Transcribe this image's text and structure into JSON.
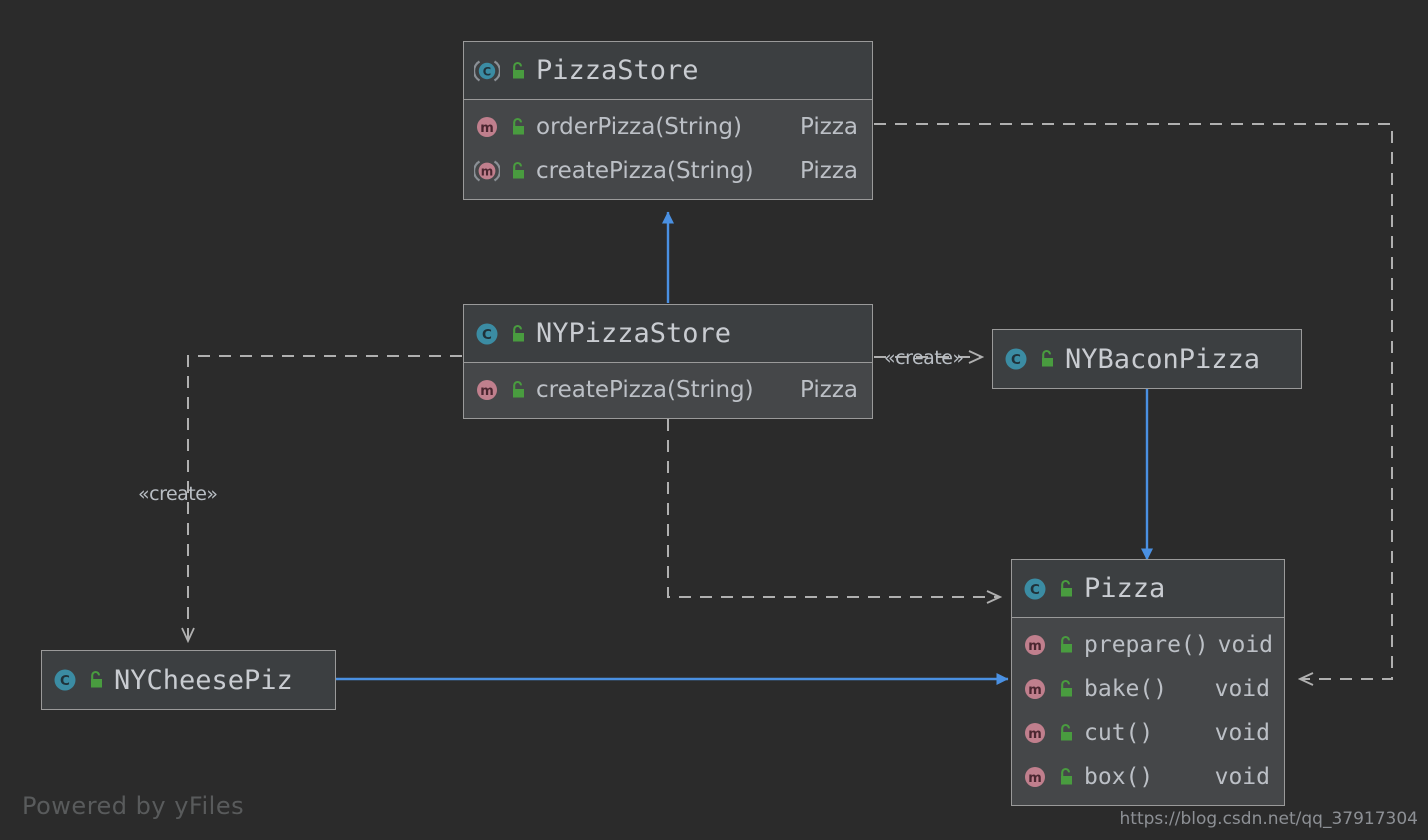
{
  "diagram": {
    "type": "uml-class-diagram",
    "background_color": "#2b2b2b",
    "solid_edge_color": "#4a90e2",
    "dashed_edge_color": "#b0b0b0",
    "classes": [
      {
        "id": "PizzaStore",
        "name": "PizzaStore",
        "abstract": true,
        "icon": "abstract-class-icon",
        "visibility_icon": "unlock-icon",
        "members": [
          {
            "name": "orderPizza(String)",
            "type": "Pizza",
            "abstract": false,
            "icon": "method-icon",
            "visibility_icon": "unlock-icon"
          },
          {
            "name": "createPizza(String)",
            "type": "Pizza",
            "abstract": true,
            "icon": "abstract-method-icon",
            "visibility_icon": "unlock-icon"
          }
        ]
      },
      {
        "id": "NYPizzaStore",
        "name": "NYPizzaStore",
        "abstract": false,
        "icon": "class-icon",
        "visibility_icon": "unlock-icon",
        "members": [
          {
            "name": "createPizza(String)",
            "type": "Pizza",
            "abstract": false,
            "icon": "method-icon",
            "visibility_icon": "unlock-icon"
          }
        ]
      },
      {
        "id": "NYBaconPizza",
        "name": "NYBaconPizza",
        "abstract": false,
        "icon": "class-icon",
        "visibility_icon": "unlock-icon",
        "members": []
      },
      {
        "id": "NYCheesePiz",
        "name": "NYCheesePiz",
        "abstract": false,
        "icon": "class-icon",
        "visibility_icon": "unlock-icon",
        "members": []
      },
      {
        "id": "Pizza",
        "name": "Pizza",
        "abstract": false,
        "icon": "class-icon",
        "visibility_icon": "unlock-icon",
        "members": [
          {
            "name": "prepare()",
            "type": "void",
            "abstract": false,
            "icon": "method-icon",
            "visibility_icon": "unlock-icon"
          },
          {
            "name": "bake()",
            "type": "void",
            "abstract": false,
            "icon": "method-icon",
            "visibility_icon": "unlock-icon"
          },
          {
            "name": "cut()",
            "type": "void",
            "abstract": false,
            "icon": "method-icon",
            "visibility_icon": "unlock-icon"
          },
          {
            "name": "box()",
            "type": "void",
            "abstract": false,
            "icon": "method-icon",
            "visibility_icon": "unlock-icon"
          }
        ]
      }
    ],
    "edges": [
      {
        "id": "gen-nypizzastore-pizzastore",
        "from": "NYPizzaStore",
        "to": "PizzaStore",
        "style": "solid",
        "arrow": "filled-triangle",
        "label": ""
      },
      {
        "id": "gen-nybaconpizza-pizza",
        "from": "NYBaconPizza",
        "to": "Pizza",
        "style": "solid",
        "arrow": "filled-triangle",
        "label": ""
      },
      {
        "id": "gen-nycheesepiz-pizza",
        "from": "NYCheesePiz",
        "to": "Pizza",
        "style": "solid",
        "arrow": "filled-triangle",
        "label": ""
      },
      {
        "id": "dep-pizzastore-pizza",
        "from": "PizzaStore",
        "to": "Pizza",
        "style": "dashed",
        "arrow": "open",
        "label": ""
      },
      {
        "id": "dep-nypizzastore-pizza",
        "from": "NYPizzaStore",
        "to": "Pizza",
        "style": "dashed",
        "arrow": "open",
        "label": ""
      },
      {
        "id": "create-nypizzastore-nybaconpizza",
        "from": "NYPizzaStore",
        "to": "NYBaconPizza",
        "style": "dashed",
        "arrow": "open",
        "label": "«create»"
      },
      {
        "id": "create-nypizzastore-nycheesepiz",
        "from": "NYPizzaStore",
        "to": "NYCheesePiz",
        "style": "dashed",
        "arrow": "open",
        "label": "«create»"
      }
    ],
    "labels": {
      "create_right": "«create»",
      "create_left": "«create»"
    }
  },
  "footer": {
    "attribution": "Powered by yFiles",
    "watermark": "https://blog.csdn.net/qq_37917304"
  }
}
